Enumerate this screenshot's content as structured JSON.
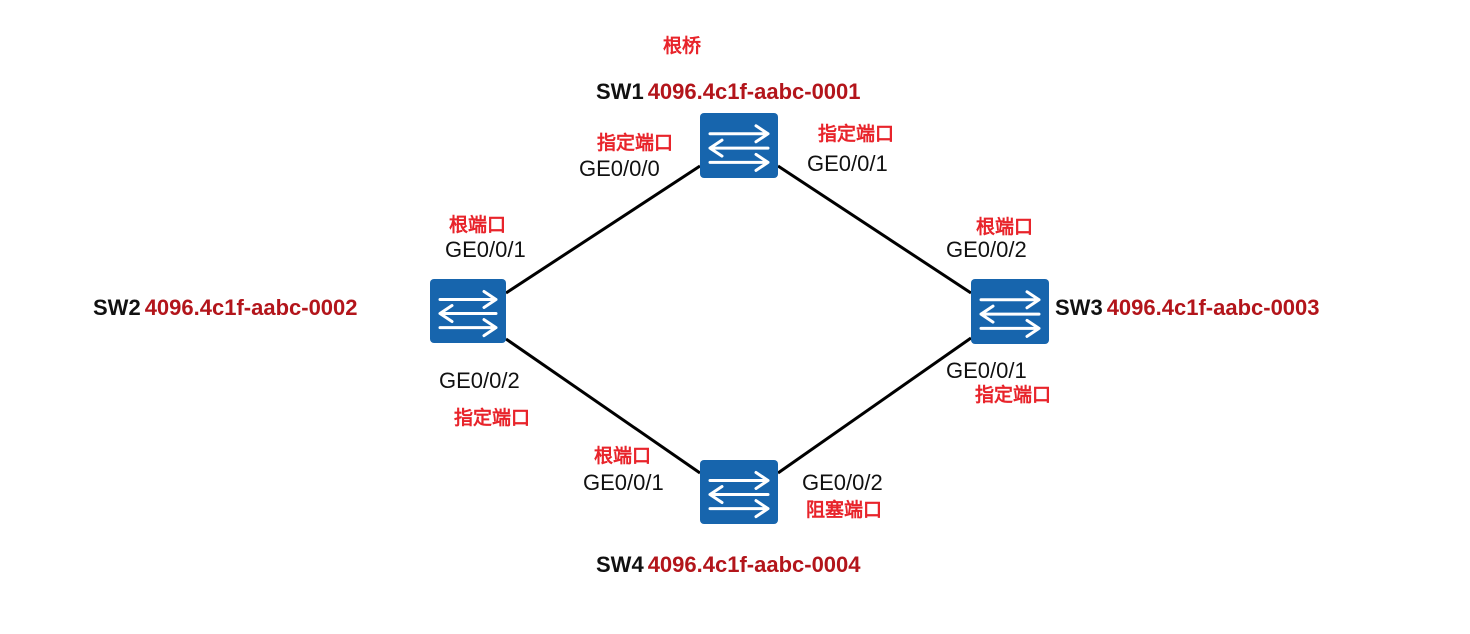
{
  "colors": {
    "switch_fill": "#1765ad",
    "link": "#000000",
    "role_text": "#e8242b",
    "bridge_id": "#b3151b"
  },
  "root_bridge_label": "根桥",
  "switches": {
    "sw1": {
      "name": "SW1",
      "bridge_id": "4096.4c1f-aabc-0001",
      "icon": "switch-icon"
    },
    "sw2": {
      "name": "SW2",
      "bridge_id": "4096.4c1f-aabc-0002",
      "icon": "switch-icon"
    },
    "sw3": {
      "name": "SW3",
      "bridge_id": "4096.4c1f-aabc-0003",
      "icon": "switch-icon"
    },
    "sw4": {
      "name": "SW4",
      "bridge_id": "4096.4c1f-aabc-0004",
      "icon": "switch-icon"
    }
  },
  "links": [
    {
      "from": "sw1",
      "to": "sw2"
    },
    {
      "from": "sw1",
      "to": "sw3"
    },
    {
      "from": "sw2",
      "to": "sw4"
    },
    {
      "from": "sw3",
      "to": "sw4"
    }
  ],
  "ports": {
    "sw1_ge000": {
      "name": "GE0/0/0",
      "role": "指定端口"
    },
    "sw1_ge001": {
      "name": "GE0/0/1",
      "role": "指定端口"
    },
    "sw2_ge001": {
      "name": "GE0/0/1",
      "role": "根端口"
    },
    "sw2_ge002": {
      "name": "GE0/0/2",
      "role": "指定端口"
    },
    "sw3_ge002": {
      "name": "GE0/0/2",
      "role": "根端口"
    },
    "sw3_ge001": {
      "name": "GE0/0/1",
      "role": "指定端口"
    },
    "sw4_ge001": {
      "name": "GE0/0/1",
      "role": "根端口"
    },
    "sw4_ge002": {
      "name": "GE0/0/2",
      "role": "阻塞端口"
    }
  }
}
